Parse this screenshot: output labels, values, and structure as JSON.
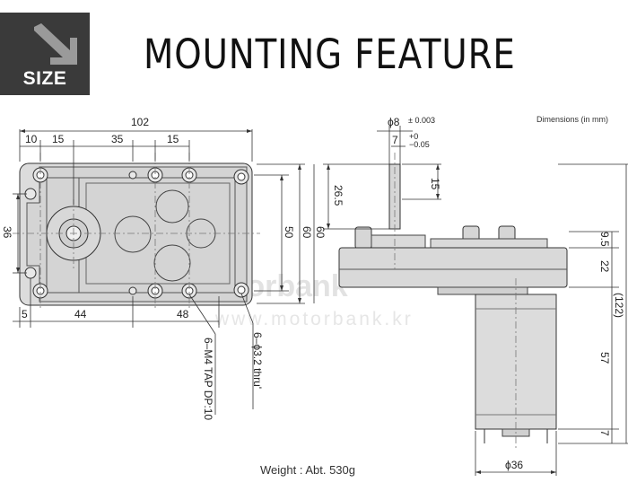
{
  "badge": {
    "label": "SIZE",
    "icon": "arrow-down-right-icon"
  },
  "title": "MOUNTING FEATURE",
  "dimensions_note": "Dimensions (in mm)",
  "weight": "Weight : Abt. 530g",
  "watermark": {
    "brand": "motorbank",
    "url": "www.motorbank.kr"
  },
  "front_view": {
    "width_overall": "102",
    "top_dims": [
      "10",
      "15",
      "35",
      "15"
    ],
    "bottom_dims": [
      "5",
      "44",
      "48"
    ],
    "left_dim": "36",
    "right_dims": [
      "50",
      "60"
    ],
    "note_tap": "6–M4 TAP DP:10",
    "note_thru": "6–ϕ3.2 thru'"
  },
  "side_view": {
    "shaft_dia": "ϕ8",
    "shaft_tol": "± 0.003",
    "flat_width": "7",
    "flat_tol_upper": "+0",
    "flat_tol_lower": "−0.05",
    "flat_length": "15",
    "shaft_length": "26.5",
    "height": "60",
    "flange": "9.5",
    "gearbox": "22",
    "motor": "57",
    "terminal": "7",
    "total": "(122)",
    "motor_dia": "ϕ36"
  },
  "colors": {
    "badge_bg": "#3a3a3a",
    "body_fill": "#d9d9d9",
    "line": "#222222"
  }
}
